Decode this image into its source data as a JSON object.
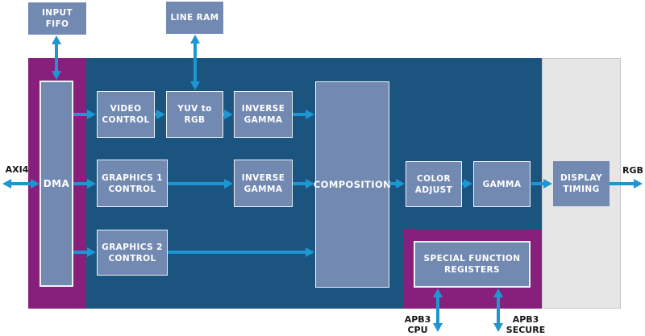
{
  "colors": {
    "panel_blue": "#1C5480",
    "purple": "#86207C",
    "box_blue": "#7289B2",
    "box_border": "#F0F3F8",
    "gray_panel": "#E6E6E6",
    "gray_border": "#C6C6C6",
    "arrow": "#1E96D2",
    "text_light": "#FFFFFF",
    "text_dark": "#151515"
  },
  "blocks": {
    "input_fifo": {
      "lines": [
        "INPUT",
        "FIFO"
      ]
    },
    "line_ram": {
      "lines": [
        "LINE RAM"
      ]
    },
    "dma": {
      "lines": [
        "DMA"
      ]
    },
    "video_control": {
      "lines": [
        "VIDEO",
        "CONTROL"
      ]
    },
    "yuv_to_rgb": {
      "lines": [
        "YUV to",
        "RGB"
      ]
    },
    "inverse_gamma_video": {
      "lines": [
        "INVERSE",
        "GAMMA"
      ]
    },
    "graphics1_control": {
      "lines": [
        "GRAPHICS 1",
        "CONTROL"
      ]
    },
    "inverse_gamma_graphics": {
      "lines": [
        "INVERSE",
        "GAMMA"
      ]
    },
    "graphics2_control": {
      "lines": [
        "GRAPHICS 2",
        "CONTROL"
      ]
    },
    "composition": {
      "lines": [
        "COMPOSITION"
      ]
    },
    "color_adjust": {
      "lines": [
        "COLOR",
        "ADJUST"
      ]
    },
    "gamma": {
      "lines": [
        "GAMMA"
      ]
    },
    "display_timing": {
      "lines": [
        "DISPLAY",
        "TIMING"
      ]
    },
    "special_function_registers": {
      "lines": [
        "SPECIAL FUNCTION",
        "REGISTERS"
      ]
    }
  },
  "ports": {
    "axi4": "AXI4",
    "rgb": "RGB",
    "apb3_cpu": {
      "lines": [
        "APB3",
        "CPU"
      ]
    },
    "apb3_secure": {
      "lines": [
        "APB3",
        "SECURE"
      ]
    }
  }
}
